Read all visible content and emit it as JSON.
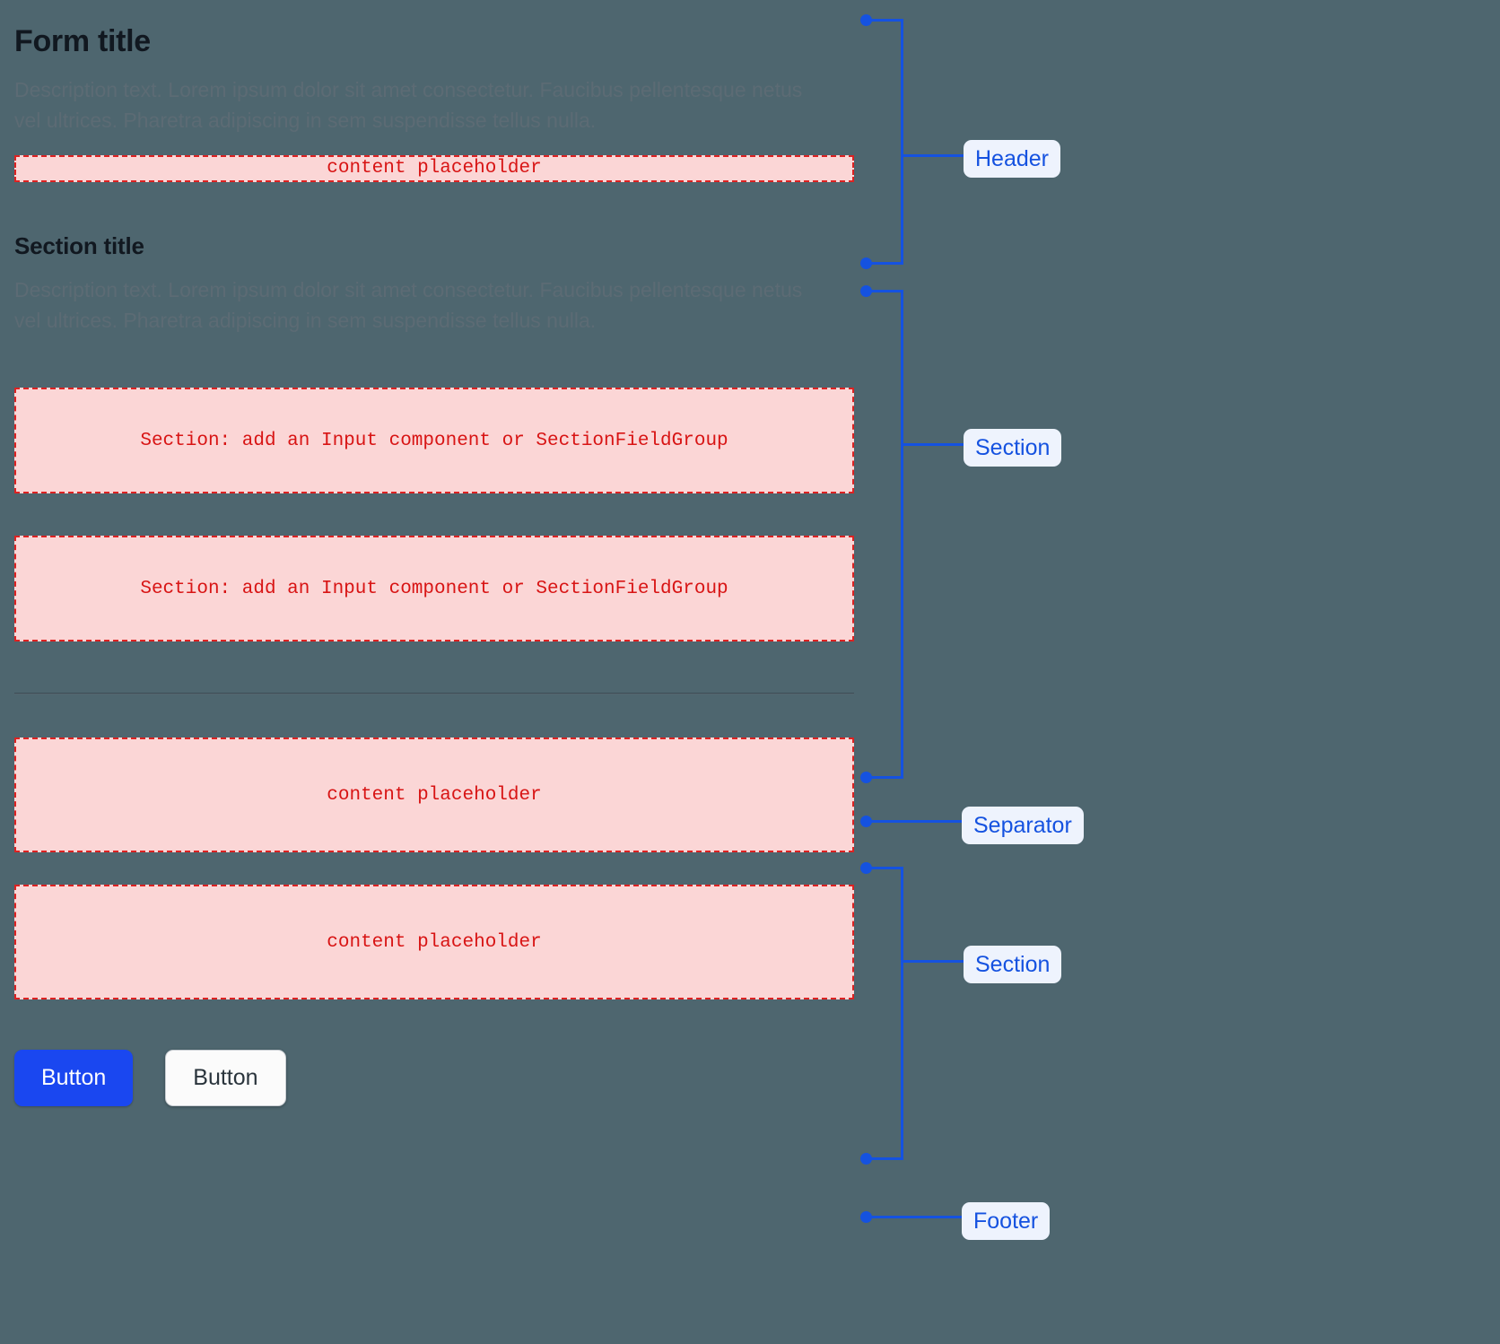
{
  "page": {
    "background_color": "#4e666f",
    "accent_color": "#1552e0",
    "placeholder_color": "#d81414",
    "placeholder_bg": "#fbd6d6"
  },
  "header": {
    "title": "Form title",
    "description": "Description text. Lorem ipsum dolor sit amet consectetur. Faucibus pellentesque netus vel ultrices. Pharetra adipiscing in sem suspendisse tellus nulla.",
    "content_placeholder": "content placeholder"
  },
  "section_one": {
    "title": "Section title",
    "description": "Description text. Lorem ipsum dolor sit amet consectetur. Faucibus pellentesque netus vel ultrices. Pharetra adipiscing in sem suspendisse tellus nulla.",
    "field_placeholder_1": "Section: add an Input component or SectionFieldGroup",
    "field_placeholder_2": "Section: add an Input component or SectionFieldGroup"
  },
  "section_two": {
    "content_placeholder_1": "content placeholder",
    "content_placeholder_2": "content placeholder"
  },
  "footer": {
    "primary_button": "Button",
    "secondary_button": "Button"
  },
  "annotations": {
    "header": "Header",
    "section_one": "Section",
    "separator": "Separator",
    "section_two": "Section",
    "footer": "Footer"
  }
}
